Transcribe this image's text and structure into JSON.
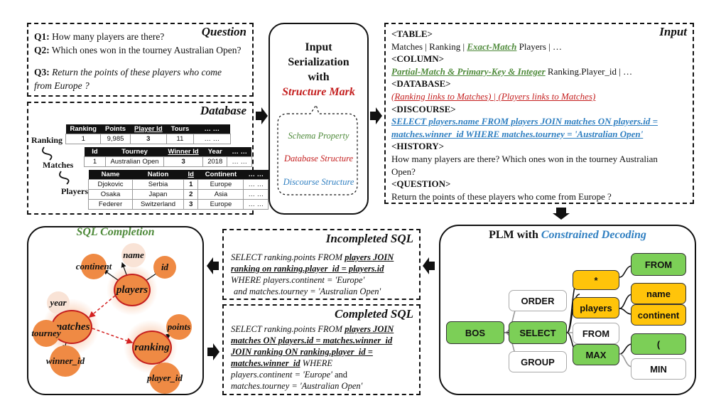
{
  "question": {
    "title": "Question",
    "q1_label": "Q1:",
    "q1_text": "How many players are there?",
    "q2_label": "Q2:",
    "q2_text": "Which ones won in the tourney Australian Open?",
    "q3_label": "Q3:",
    "q3_text_line1": "Return the points of these players who come",
    "q3_text_line2": "from Europe ?"
  },
  "database": {
    "title": "Database",
    "labels": [
      "Ranking",
      "Matches",
      "Players"
    ],
    "ranking": {
      "headers": [
        "Ranking",
        "Points",
        "Player Id",
        "Tours",
        "… …"
      ],
      "row": [
        "1",
        "9,985",
        "3",
        "11",
        "… …"
      ]
    },
    "matches": {
      "headers": [
        "Id",
        "Tourney",
        "Winner Id",
        "Year",
        "… …"
      ],
      "row": [
        "1",
        "Australian Open",
        "3",
        "2018",
        "… …"
      ]
    },
    "players": {
      "headers": [
        "Name",
        "Nation",
        "Id",
        "Continent",
        "… …"
      ],
      "rows": [
        [
          "Djokovic",
          "Serbia",
          "1",
          "Europe",
          "… …"
        ],
        [
          "Osaka",
          "Japan",
          "2",
          "Asia",
          "… …"
        ],
        [
          "Federer",
          "Switzerland",
          "3",
          "Europe",
          "… …"
        ]
      ]
    }
  },
  "serialization": {
    "line1": "Input",
    "line2": "Serialization",
    "line3": "with",
    "line4": "Structure Mark",
    "items": [
      "Schema Property",
      "Database Structure",
      "Discourse Structure"
    ]
  },
  "input": {
    "title": "Input",
    "table_tag": "<TABLE>",
    "table_pre": "Matches | Ranking | ",
    "table_mark": "Exact-Match",
    "table_post": " Players | …",
    "column_tag": "<COLUMN>",
    "column_mark": "Partial-Match & Primary-Key & Integer",
    "column_post": " Ranking.Player_id | …",
    "database_tag": "<DATABASE>",
    "database_mark": "(Ranking links to Matches) | (Players links to Matches)",
    "discourse_tag": "<DISCOURSE>",
    "discourse_line1": "SELECT players.name FROM players JOIN matches ON players.id =",
    "discourse_line2": "matches.winner_id WHERE matches.tourney = 'Australian Open'",
    "history_tag": "<HISTORY>",
    "history_line1": "How many players are there? Which ones won in the tourney Australian",
    "history_line2": "Open?",
    "question_tag": "<QUESTION>",
    "question_text": "Return the points of these players who come from Europe ?"
  },
  "plm": {
    "title_pre": "PLM with ",
    "title_mark": "Constrained Decoding",
    "nodes": {
      "bos": "BOS",
      "order": "ORDER",
      "select": "SELECT",
      "group": "GROUP",
      "star": "*",
      "players": "players",
      "from_w": "FROM",
      "max": "MAX",
      "from_g": "FROM",
      "name": "name",
      "continent": "continent",
      "paren": "(",
      "min": "MIN"
    }
  },
  "incompleted": {
    "title": "Incompleted SQL",
    "l1_pre": "SELECT ranking.points FROM ",
    "l1_u": "players JOIN",
    "l2_u": "ranking on ranking.player_id = players.id",
    "l3": "WHERE players.continent = 'Europe'",
    "l4_pre": "and matches.tourney = 'Australian Open'"
  },
  "completed": {
    "title": "Completed SQL",
    "l1_pre": "SELECT ranking.points FROM ",
    "l1_u": "players JOIN",
    "l2_u": "matches ON players.id = matches.winner_id",
    "l3_u": "JOIN ranking ON ranking.player_id =",
    "l4_u": "matches.winner_id",
    "l4_post": " WHERE",
    "l5": "players.continent = 'Europe'",
    "l5_and": " and",
    "l6": "matches.tourney = 'Australian Open'"
  },
  "completion": {
    "title": "SQL Completion",
    "nodes": [
      "name",
      "continent",
      "id",
      "players",
      "year",
      "matches",
      "tourney",
      "winner_id",
      "points",
      "ranking",
      "player_id"
    ]
  }
}
